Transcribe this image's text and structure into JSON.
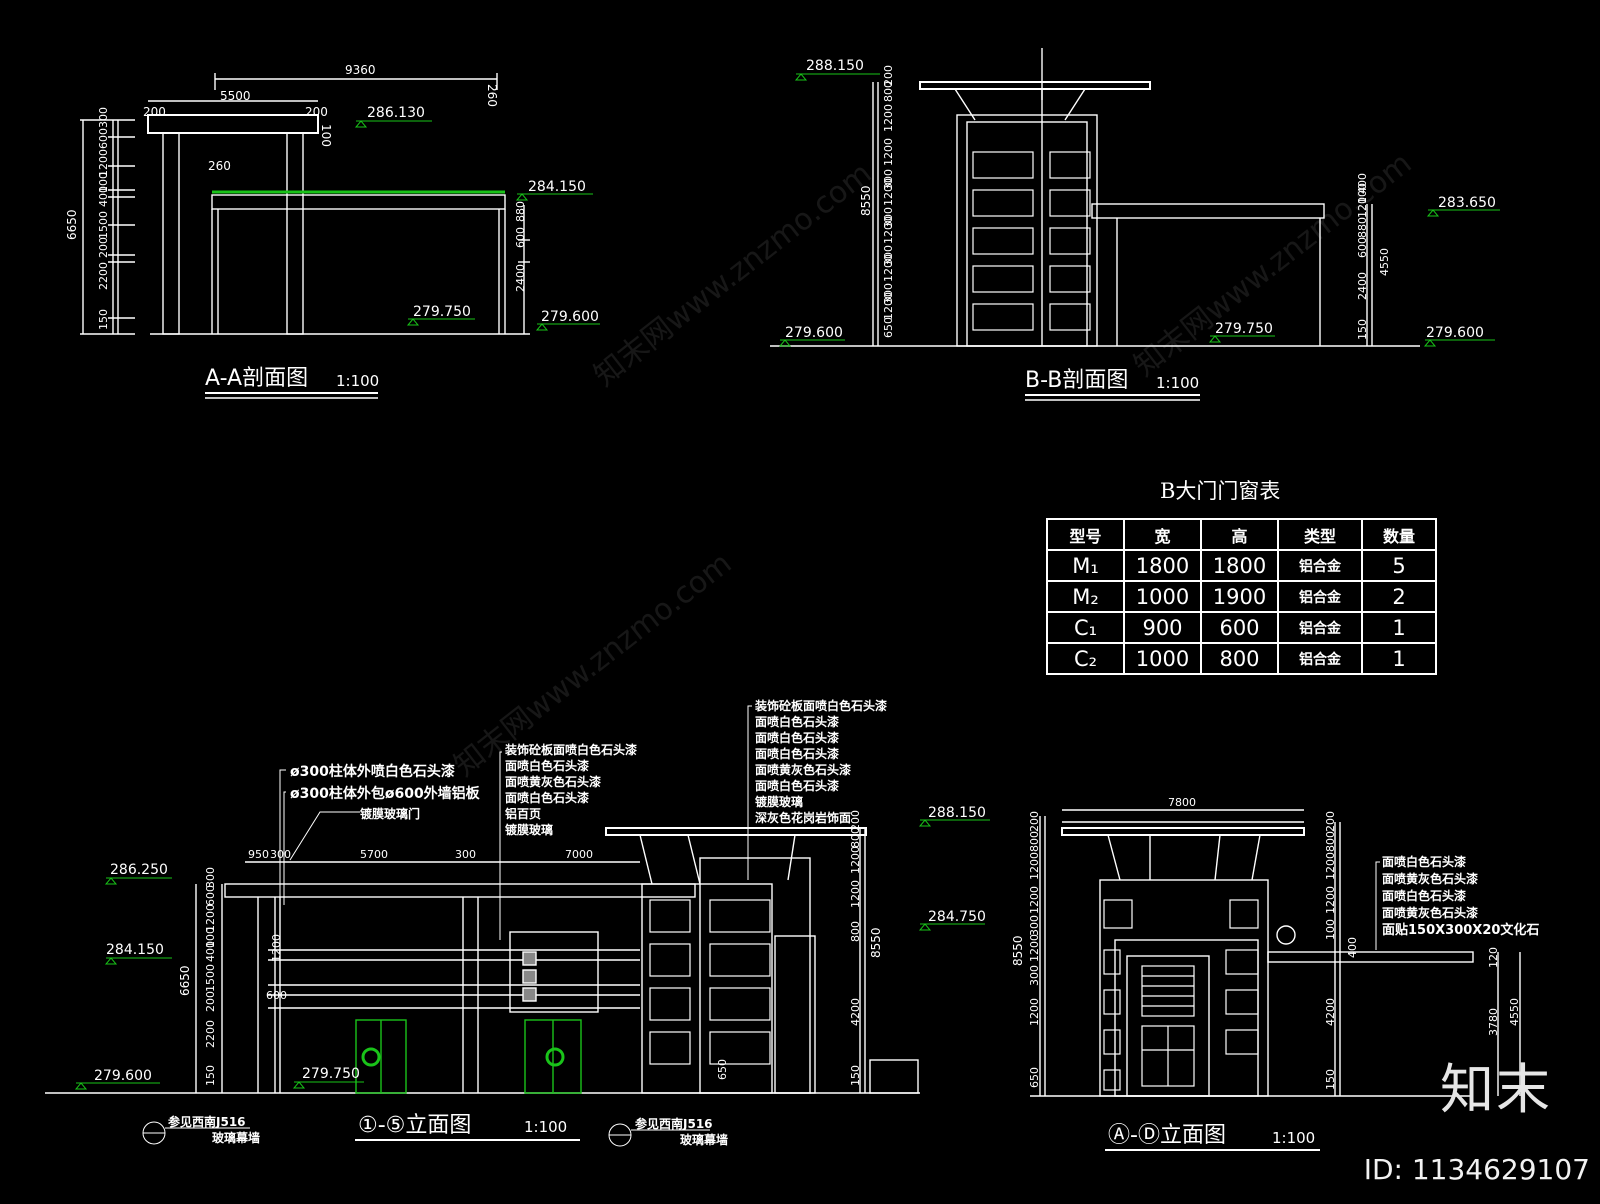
{
  "drawings": {
    "aa": {
      "title": "A-A剖面图",
      "scale": "1:100"
    },
    "bb": {
      "title": "B-B剖面图",
      "scale": "1:100"
    },
    "e15": {
      "title": "①-⑤立面图",
      "scale": "1:100"
    },
    "ad": {
      "title": "Ⓐ-Ⓓ立面图",
      "scale": "1:100"
    }
  },
  "levels": {
    "aa": [
      "286.130",
      "284.150",
      "279.750",
      "279.600"
    ],
    "bb": [
      "288.150",
      "283.650",
      "279.600",
      "279.750",
      "279.600"
    ],
    "e15": [
      "286.250",
      "284.150",
      "279.600",
      "279.750",
      "288.150",
      "284.750"
    ]
  },
  "dims": {
    "aa_top": [
      "9360",
      "5500",
      "200",
      "200",
      "260",
      "260",
      "100"
    ],
    "aa_left": [
      "6650",
      "300",
      "600",
      "1200",
      "100",
      "400",
      "1500",
      "200",
      "2200",
      "150"
    ],
    "aa_right": [
      "880",
      "600",
      "2400"
    ],
    "bb_left": [
      "8550",
      "200",
      "800",
      "1200",
      "1200",
      "300",
      "1200",
      "300",
      "1200",
      "300",
      "1200",
      "300",
      "1200",
      "650"
    ],
    "bb_right": [
      "120",
      "100",
      "400",
      "880",
      "600",
      "4550",
      "2400",
      "150"
    ],
    "e15_top": [
      "950",
      "300",
      "5700",
      "300",
      "7000"
    ],
    "e15_left": [
      "6650",
      "300",
      "600",
      "1200",
      "100",
      "400",
      "1500",
      "200",
      "2200",
      "150",
      "600",
      "1200"
    ],
    "e15_right": [
      "200",
      "800",
      "1200",
      "1200",
      "800",
      "8550",
      "4200",
      "650",
      "150"
    ],
    "ad_top": [
      "7800"
    ],
    "ad_left": [
      "8550",
      "200",
      "800",
      "1200",
      "1200",
      "300",
      "1200",
      "300",
      "1200",
      "650"
    ],
    "ad_right": [
      "200",
      "800",
      "1200",
      "1200",
      "100",
      "400",
      "120",
      "4200",
      "3780",
      "4550",
      "150"
    ]
  },
  "notes": {
    "col1": "ø300柱体外喷白色石头漆",
    "col2": "ø300柱体外包ø600外墙铝板",
    "door": "镀膜玻璃门",
    "mid": [
      "装饰砼板面喷白色石头漆",
      "面喷白色石头漆",
      "面喷黄灰色石头漆",
      "面喷白色石头漆",
      "铝百页",
      "镀膜玻璃"
    ],
    "tower": [
      "装饰砼板面喷白色石头漆",
      "面喷白色石头漆",
      "面喷白色石头漆",
      "面喷白色石头漆",
      "面喷黄灰色石头漆",
      "面喷白色石头漆",
      "镀膜玻璃",
      "深灰色花岗岩饰面"
    ],
    "ad": [
      "面喷白色石头漆",
      "面喷黄灰色石头漆",
      "面喷白色石头漆",
      "面喷黄灰色石头漆",
      "面贴150X300X20文化石"
    ],
    "ref1": "参见西南J516",
    "ref1b": "玻璃幕墙",
    "ref2": "参见西南J516",
    "ref2b": "玻璃幕墙"
  },
  "door_table": {
    "title": "B大门门窗表",
    "headers": [
      "型号",
      "宽",
      "高",
      "类型",
      "数量"
    ],
    "rows": [
      [
        "M₁",
        "1800",
        "1800",
        "铝合金",
        "5"
      ],
      [
        "M₂",
        "1000",
        "1900",
        "铝合金",
        "2"
      ],
      [
        "C₁",
        "900",
        "600",
        "铝合金",
        "1"
      ],
      [
        "C₂",
        "1000",
        "800",
        "铝合金",
        "1"
      ]
    ]
  },
  "watermark": {
    "logo": "知末",
    "id": "ID: 1134629107",
    "text": "知末网www.znzmo.com"
  },
  "colors": {
    "background": "#000000",
    "line": "#ffffff",
    "level": "#19c319",
    "door": "#19c319"
  }
}
